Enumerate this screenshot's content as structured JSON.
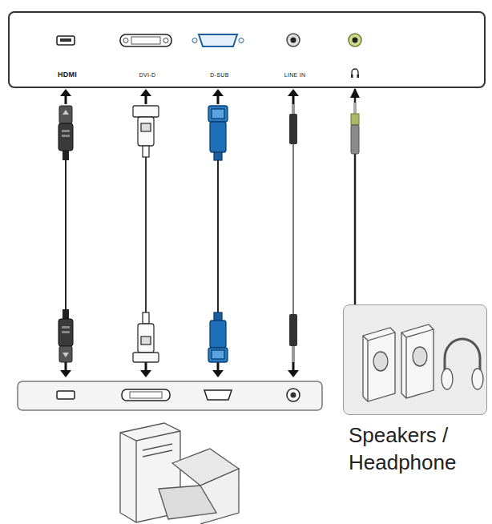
{
  "diagram": {
    "nodes": [
      {
        "text": [
          "HDMI",
          "DVI-D",
          "D-SUB",
          "LINE IN"
        ]
      },
      {
        "text": [
          "Speakers / Headphone"
        ]
      }
    ],
    "edges": [
      {
        "from": 1,
        "to": 0,
        "arrow": "to"
      }
    ]
  }
}
